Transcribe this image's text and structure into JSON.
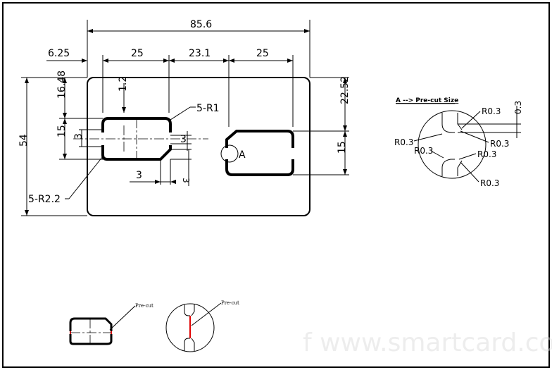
{
  "dimensions": {
    "overall_width": "85.6",
    "left_offset": "6.25",
    "seg_1": "25",
    "seg_2": "23.1",
    "seg_3": "25",
    "height": "54",
    "top_to_sim": "16.48",
    "notch_1": "1.2",
    "sim_height": "15",
    "micro_small": "3",
    "micro_right": "3",
    "micro_bottom": "3",
    "micro_bottom_right": "3",
    "right_offset": "22.52",
    "right_sim_height": "15"
  },
  "annotations": {
    "corner_radius_small": "5-R1",
    "corner_radius_large": "5-R2.2",
    "detail_label": "A"
  },
  "detail": {
    "title": "A --> Pre-cut Size",
    "r_top_right": "R0.3",
    "r_top_left": "R0.3",
    "r_mid_right": "R0.3",
    "r_mid_left": "R0.3",
    "r_mid_right_2": "R0.3",
    "r_bottom_right": "R0.3",
    "gap": "0.3"
  },
  "precut": {
    "label_left": "Pre-cut",
    "label_right": "Pre-cut"
  },
  "watermark": "f www.smartcard.com"
}
